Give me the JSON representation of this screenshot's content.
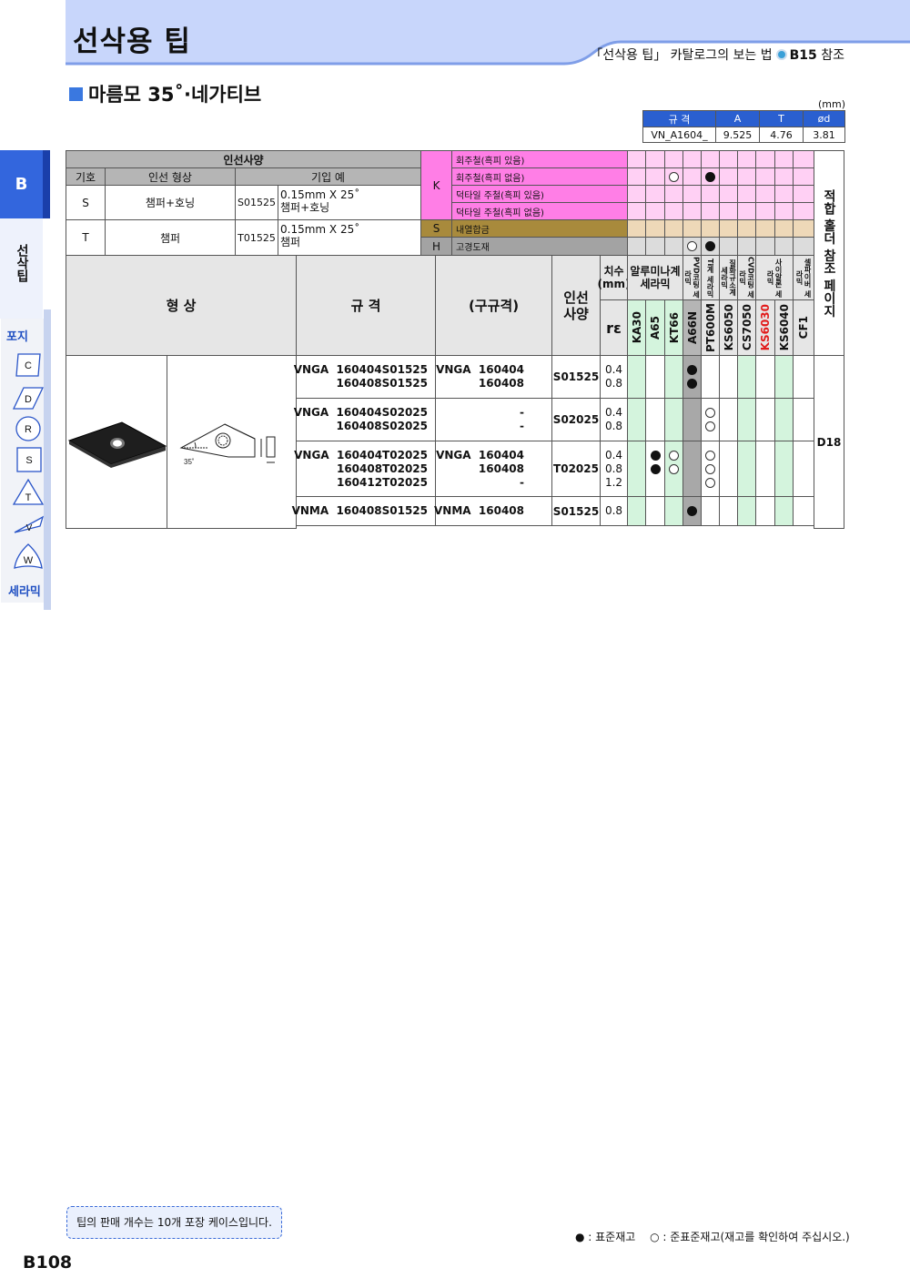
{
  "header": {
    "title": "선삭용 팁",
    "catalog_ref_prefix": "「선삭용 팁」 카탈로그의 보는 법",
    "catalog_ref_page": "B15",
    "catalog_ref_suffix": "참조"
  },
  "subtitle": "마름모 35˚·네가티브",
  "side_tab": {
    "letter": "B",
    "section": "선삭팁",
    "items": [
      "포지",
      "C",
      "D",
      "R",
      "S",
      "T",
      "V",
      "W",
      "세라믹"
    ]
  },
  "spec_table": {
    "unit": "(mm)",
    "headers": [
      "규 격",
      "A",
      "T",
      "ød"
    ],
    "row": [
      "VN_A1604_",
      "9.525",
      "4.76",
      "3.81"
    ]
  },
  "edge_spec": {
    "title": "인선사양",
    "headers": [
      "기호",
      "인선 형상",
      "기입 예"
    ],
    "rows": [
      {
        "code": "S",
        "shape": "챔퍼+호닝",
        "example_code": "S01525",
        "example_text": "0.15mm X 25˚",
        "example_text2": "챔퍼+호닝"
      },
      {
        "code": "T",
        "shape": "챔퍼",
        "example_code": "T01525",
        "example_text": "0.15mm X 25˚",
        "example_text2": "챔퍼"
      }
    ]
  },
  "workpieces": {
    "K": [
      "회주철(흑피 있음)",
      "회주철(흑피 없음)",
      "덕타일 주철(흑피 있음)",
      "덕타일 주철(흑피 없음)"
    ],
    "S": "내열합금",
    "H": "고경도재",
    "codes": [
      "K",
      "S",
      "H"
    ]
  },
  "product_header": {
    "shape": "형 상",
    "spec": "규 격",
    "old_spec": "(구규격)",
    "edge": "인선사양",
    "dims": "치수 (mm)",
    "re": "rε",
    "alumina": "알루미나계 세라믹",
    "pvd": "PVD코팅 세라믹",
    "ti": "Ti계 세라믹",
    "sialon_lbl": "질화규소계 세라믹",
    "cvd": "CVD코팅 세라믹",
    "sialon": "사이알론 세라믹",
    "cbn": "셀파이버 세라믹",
    "fitting": "적합 홀더 참조 페이지",
    "grades": [
      "KA30",
      "A65",
      "KT66",
      "A66N",
      "PT600M",
      "KS6050",
      "CS7050",
      "KS6030",
      "KS6040",
      "CF1"
    ],
    "shape_angle": "35˚"
  },
  "groups": [
    {
      "specs": [
        "VNGA  160404S01525",
        "160408S01525"
      ],
      "olds": [
        "VNGA  160404",
        "160408"
      ],
      "edge": "S01525",
      "re": [
        "0.4",
        "0.8"
      ],
      "marks": [
        [
          {
            "g": 3,
            "t": "full"
          }
        ],
        [
          {
            "g": 3,
            "t": "full"
          }
        ]
      ]
    },
    {
      "specs": [
        "VNGA  160404S02025",
        "160408S02025"
      ],
      "olds": [
        "-",
        "-"
      ],
      "edge": "S02025",
      "re": [
        "0.4",
        "0.8"
      ],
      "marks": [
        [
          {
            "g": 4,
            "t": "open"
          }
        ],
        [
          {
            "g": 4,
            "t": "open"
          }
        ]
      ]
    },
    {
      "specs": [
        "VNGA  160404T02025",
        "160408T02025",
        "160412T02025"
      ],
      "olds": [
        "VNGA  160404",
        "160408",
        "-"
      ],
      "edge": "T02025",
      "re": [
        "0.4",
        "0.8",
        "1.2"
      ],
      "marks": [
        [
          {
            "g": 1,
            "t": "full"
          },
          {
            "g": 2,
            "t": "open"
          },
          {
            "g": 4,
            "t": "open"
          }
        ],
        [
          {
            "g": 1,
            "t": "full"
          },
          {
            "g": 2,
            "t": "open"
          },
          {
            "g": 4,
            "t": "open"
          }
        ],
        [
          {
            "g": 4,
            "t": "open"
          }
        ]
      ]
    },
    {
      "specs": [
        "VNMA  160408S01525"
      ],
      "olds": [
        "VNMA  160408"
      ],
      "edge": "S01525",
      "re": [
        "0.8"
      ],
      "marks": [
        [
          {
            "g": 3,
            "t": "full"
          }
        ]
      ]
    }
  ],
  "holder_page": "D18",
  "k_marks": [
    {
      "row": 1,
      "g": 2,
      "t": "open"
    },
    {
      "row": 1,
      "g": 4,
      "t": "full"
    }
  ],
  "h_marks": [
    {
      "g": 3,
      "t": "open"
    },
    {
      "g": 4,
      "t": "full"
    }
  ],
  "note": "팁의 판매 개수는 10개 포장 케이스입니다.",
  "legend": {
    "full": "● : 표준재고",
    "open": "○ : 준표준재고(재고를 확인하여 주십시오.)"
  },
  "page_number": "B108"
}
